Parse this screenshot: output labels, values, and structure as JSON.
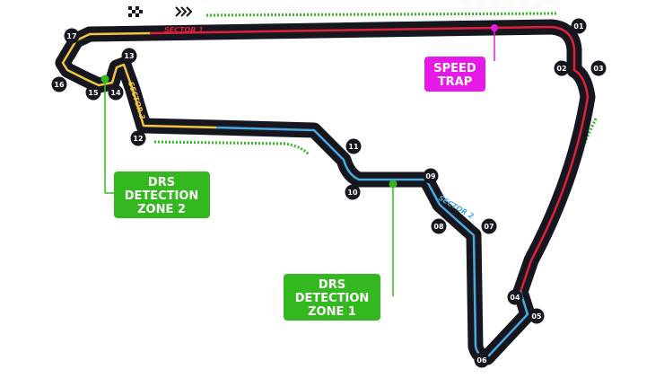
{
  "colors": {
    "track": "#16161e",
    "sector1": "#e0203a",
    "sector2": "#4aa8e0",
    "sector3": "#f0c63c",
    "drs": "#33b81f",
    "speed_trap": "#e61ae6",
    "turn_badge": "#16161e"
  },
  "sectors": [
    {
      "id": "s1",
      "label": "SECTOR 1"
    },
    {
      "id": "s2",
      "label": "SECTOR 2"
    },
    {
      "id": "s3",
      "label": "SECTOR 3"
    }
  ],
  "turns": [
    "01",
    "02",
    "03",
    "04",
    "05",
    "06",
    "07",
    "08",
    "09",
    "10",
    "11",
    "12",
    "13",
    "14",
    "15",
    "16",
    "17"
  ],
  "boxes": {
    "speed_trap": {
      "lines": [
        "SPEED",
        "TRAP"
      ]
    },
    "drs1": {
      "lines": [
        "DRS",
        "DETECTION",
        "ZONE 1"
      ]
    },
    "drs2": {
      "lines": [
        "DRS",
        "DETECTION",
        "ZONE 2"
      ]
    }
  },
  "icons": {
    "start_finish": "checkered-flag-icon",
    "direction": "direction-chevrons-icon"
  }
}
